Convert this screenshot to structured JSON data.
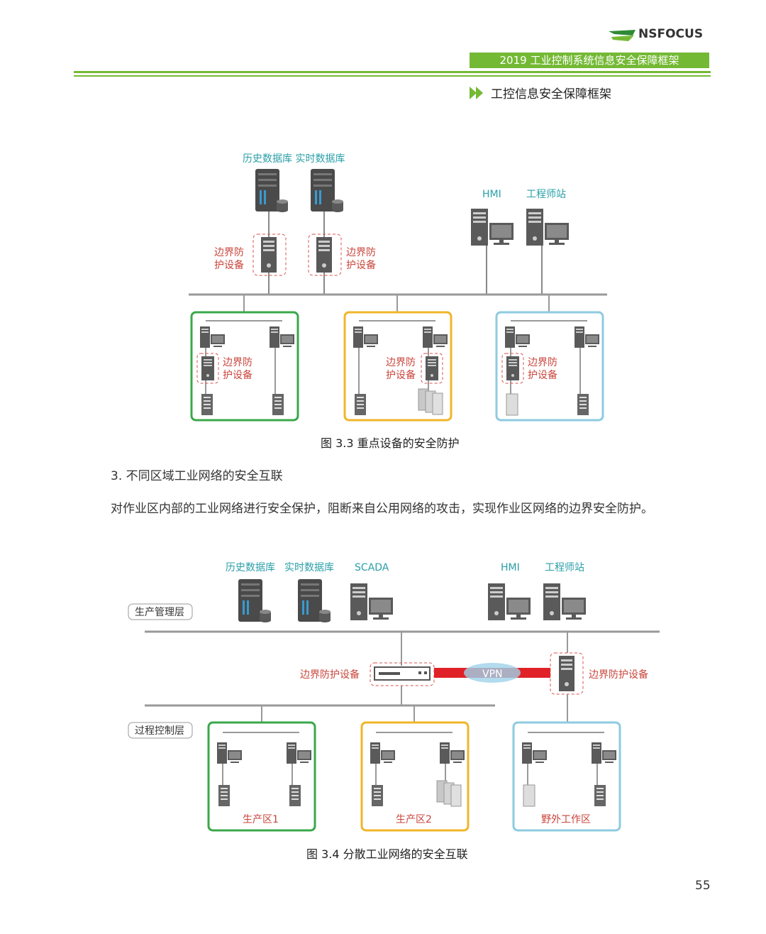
{
  "header": {
    "brand": "NSFOCUS",
    "doc_title": "2019 工业控制系统信息安全保障框架",
    "section": "工控信息安全保障框架"
  },
  "figure1": {
    "db_label": "历史数据库 实时数据库",
    "hmi_label": "HMI",
    "eng_label": "工程师站",
    "border_device_line1": "边界防",
    "border_device_line2": "护设备",
    "caption": "图 3.3 重点设备的安全防护"
  },
  "text": {
    "heading": "3.   不同区域工业网络的安全互联",
    "paragraph": "对作业区内部的工业网络进行安全保护，阻断来自公用网络的攻击，实现作业区网络的边界安全防护。"
  },
  "figure2": {
    "hist_db": "历史数据库",
    "rt_db": "实时数据库",
    "scada": "SCADA",
    "hmi": "HMI",
    "eng": "工程师站",
    "layer_mgmt": "生产管理层",
    "layer_ctrl": "过程控制层",
    "border_device": "边界防护设备",
    "vpn": "VPN",
    "zone1": "生产区1",
    "zone2": "生产区2",
    "zone3": "野外工作区",
    "caption": "图 3.4 分散工业网络的安全互联"
  },
  "footer": {
    "page_number": "55"
  },
  "colors": {
    "green": "#74b934",
    "zone_green": "#3aa84a",
    "zone_yellow": "#f0b62a",
    "zone_blue": "#8ecbe0",
    "red": "#e02127",
    "label_teal": "#2a9fa8",
    "label_red": "#c9443b"
  }
}
